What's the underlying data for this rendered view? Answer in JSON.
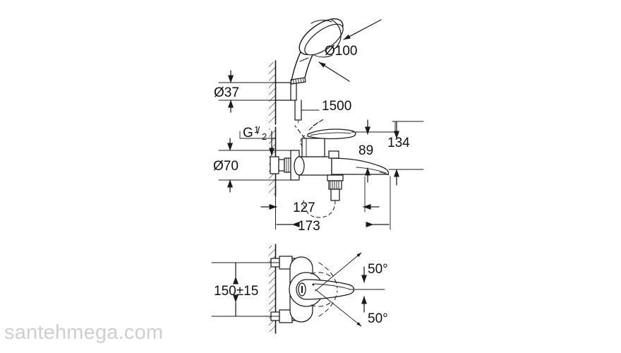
{
  "drawing": {
    "title": "bath-shower-mixer-technical-drawing",
    "watermark": "santehmega.com",
    "line_color": "#1a1a1a",
    "watermark_color": "#cfcfcf",
    "background": "#ffffff"
  },
  "views": {
    "top_view": {
      "name": "hand-shower-elevation",
      "dimensions": {
        "shower_head_diameter": "Ø100",
        "holder_diameter": "Ø37",
        "hose_length": "1500"
      }
    },
    "middle_view": {
      "name": "mixer-side-elevation",
      "dimensions": {
        "thread_g": "G",
        "thread_fraction_num": "1",
        "thread_fraction_den": "2",
        "flange_diameter": "Ø70",
        "spout_projection": "127",
        "total_projection": "173",
        "outlet_height": "89",
        "overall_height": "134"
      }
    },
    "bottom_view": {
      "name": "mixer-plan-view",
      "dimensions": {
        "inlet_centers": "150±15",
        "lever_swing_up": "50°",
        "lever_swing_down": "50°"
      }
    }
  }
}
